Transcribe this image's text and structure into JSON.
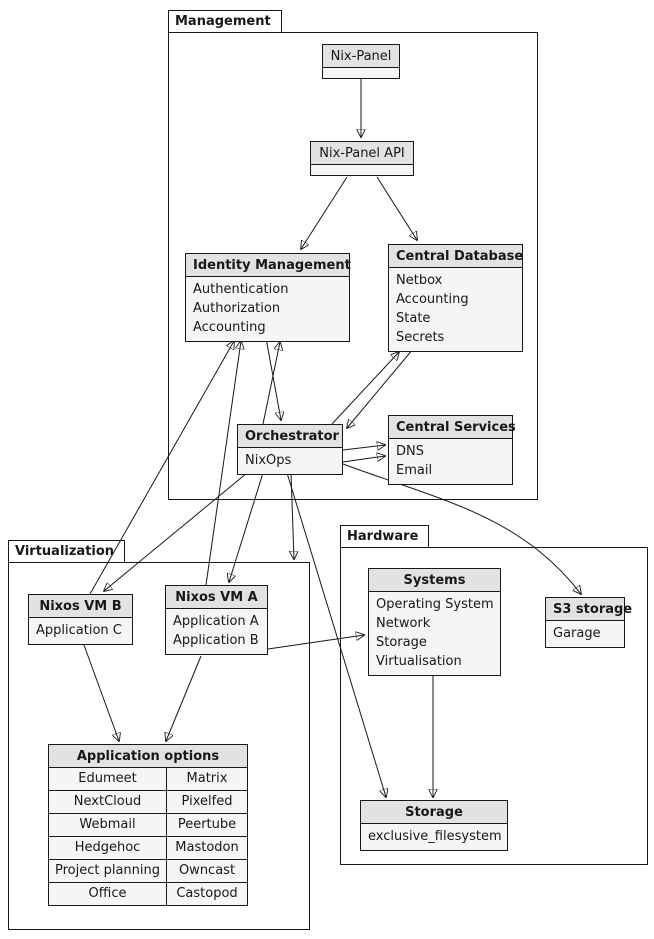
{
  "diagram": {
    "packages": {
      "management": {
        "label": "Management"
      },
      "virtualization": {
        "label": "Virtualization"
      },
      "hardware": {
        "label": "Hardware"
      }
    },
    "nodes": {
      "nix_panel": {
        "title": "Nix-Panel"
      },
      "nix_panel_api": {
        "title": "Nix-Panel API"
      },
      "identity_management": {
        "title": "Identity Management",
        "lines": [
          "Authentication",
          "Authorization",
          "Accounting"
        ]
      },
      "central_database": {
        "title": "Central Database",
        "lines": [
          "Netbox",
          "Accounting",
          "State",
          "Secrets"
        ]
      },
      "orchestrator": {
        "title": "Orchestrator",
        "lines": [
          "NixOps"
        ]
      },
      "central_services": {
        "title": "Central Services",
        "lines": [
          "DNS",
          "Email"
        ]
      },
      "vm_b": {
        "title": "Nixos VM B",
        "lines": [
          "Application C"
        ]
      },
      "vm_a": {
        "title": "Nixos VM A",
        "lines": [
          "Application A",
          "Application B"
        ]
      },
      "app_options": {
        "title": "Application options",
        "rows": [
          [
            "Edumeet",
            "Matrix"
          ],
          [
            "NextCloud",
            "Pixelfed"
          ],
          [
            "Webmail",
            "Peertube"
          ],
          [
            "Hedgehoc",
            "Mastodon"
          ],
          [
            "Project planning",
            "Owncast"
          ],
          [
            "Office",
            "Castopod"
          ]
        ]
      },
      "systems": {
        "title": "Systems",
        "lines": [
          "Operating System",
          "Network",
          "Storage",
          "Virtualisation"
        ]
      },
      "s3_storage": {
        "title": "S3 storage",
        "lines": [
          "Garage"
        ]
      },
      "storage": {
        "title": "Storage",
        "lines": [
          "exclusive_filesystem"
        ]
      }
    },
    "edges": [
      {
        "from": "Nix-Panel",
        "to": "Nix-Panel API"
      },
      {
        "from": "Nix-Panel API",
        "to": "Identity Management"
      },
      {
        "from": "Nix-Panel API",
        "to": "Central Database"
      },
      {
        "from": "Identity Management",
        "to": "Orchestrator"
      },
      {
        "from": "Orchestrator",
        "to": "Identity Management"
      },
      {
        "from": "Central Database",
        "to": "Orchestrator"
      },
      {
        "from": "Orchestrator",
        "to": "Central Database"
      },
      {
        "from": "Orchestrator",
        "to": "Central Services (DNS)"
      },
      {
        "from": "Orchestrator",
        "to": "Central Services (Email)"
      },
      {
        "from": "Nixos VM A",
        "to": "Identity Management"
      },
      {
        "from": "Nixos VM B",
        "to": "Identity Management"
      },
      {
        "from": "Orchestrator",
        "to": "Nixos VM A"
      },
      {
        "from": "Orchestrator",
        "to": "Nixos VM B"
      },
      {
        "from": "Orchestrator",
        "to": "Virtualization"
      },
      {
        "from": "Orchestrator",
        "to": "S3 storage"
      },
      {
        "from": "Nixos VM A",
        "to": "Application options"
      },
      {
        "from": "Nixos VM B",
        "to": "Application options"
      },
      {
        "from": "Systems",
        "to": "Storage"
      },
      {
        "from": "Orchestrator",
        "to": "Storage"
      },
      {
        "from": "Nixos VM A",
        "to": "Systems"
      }
    ],
    "colors": {
      "node_header": "#e2e2e2",
      "node_body": "#f5f5f5",
      "border": "#181818",
      "background": "#ffffff"
    }
  }
}
